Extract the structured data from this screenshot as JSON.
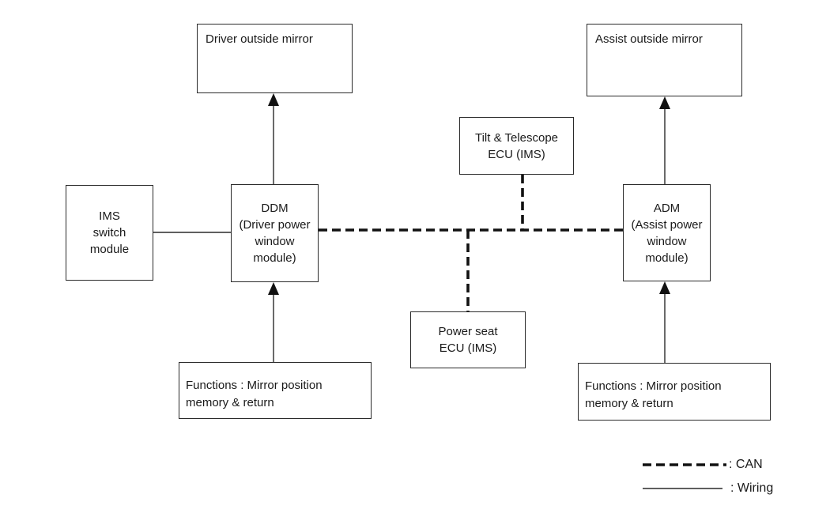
{
  "nodes": {
    "driver_mirror": {
      "label": "Driver outside mirror"
    },
    "assist_mirror": {
      "label": "Assist outside mirror"
    },
    "tilt_ecu": {
      "lines": [
        "Tilt & Telescope",
        "ECU (IMS)"
      ]
    },
    "ims_switch": {
      "lines": [
        "IMS",
        "switch",
        "module"
      ]
    },
    "ddm": {
      "lines": [
        "DDM",
        "(Driver power",
        "window",
        "module)"
      ]
    },
    "adm": {
      "lines": [
        "ADM",
        "(Assist power",
        "window",
        "module)"
      ]
    },
    "power_seat": {
      "lines": [
        "Power seat",
        "ECU (IMS)"
      ]
    },
    "driver_functions": {
      "lines": [
        "Functions : Mirror position",
        "memory & return"
      ]
    },
    "assist_functions": {
      "lines": [
        "Functions : Mirror position",
        "memory & return"
      ]
    }
  },
  "legend": {
    "can_label": ": CAN",
    "wiring_label": ": Wiring"
  }
}
